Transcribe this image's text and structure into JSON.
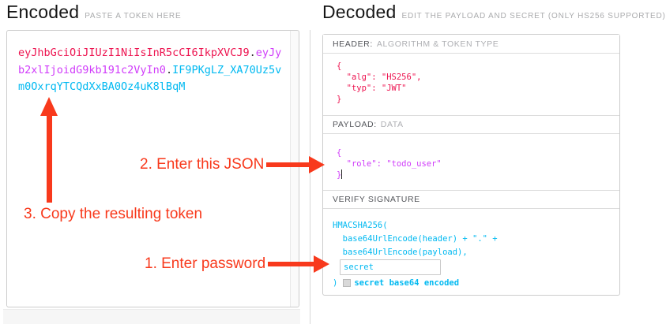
{
  "encoded": {
    "title": "Encoded",
    "subtitle": "PASTE A TOKEN HERE",
    "token_lines": [
      [
        {
          "c": "header",
          "t": "eyJhbGciOiJIUzI1NiIsInR5cCI6IkpXVCJ9"
        },
        {
          "c": "dot",
          "t": "."
        },
        {
          "c": "payload",
          "t": "eyJy"
        }
      ],
      [
        {
          "c": "payload",
          "t": "b2xlIjoidG9kb191c2VyIn0"
        },
        {
          "c": "dot",
          "t": "."
        },
        {
          "c": "sig",
          "t": "IF9PKgLZ_XA70Uz5v"
        }
      ],
      [
        {
          "c": "sig",
          "t": "m0OxrqYTCQdXxBA0Oz4uK8lBqM"
        }
      ]
    ]
  },
  "decoded": {
    "title": "Decoded",
    "subtitle": "EDIT THE PAYLOAD AND SECRET (ONLY HS256 SUPPORTED)",
    "header_section": {
      "label_strong": "HEADER:",
      "label_light": "ALGORITHM & TOKEN TYPE",
      "code": "{\n  \"alg\": \"HS256\",\n  \"typ\": \"JWT\"\n}"
    },
    "payload_section": {
      "label_strong": "PAYLOAD:",
      "label_light": "DATA",
      "code": "{\n  \"role\": \"todo_user\"\n}"
    },
    "signature_section": {
      "label_strong": "VERIFY SIGNATURE",
      "code": "HMACSHA256(\n  base64UrlEncode(header) + \".\" +\n  base64UrlEncode(payload),",
      "secret_value": "secret",
      "close_paren": ")",
      "checkbox_label": "secret base64 encoded"
    }
  },
  "annotations": {
    "step1": "1. Enter password",
    "step2": "2. Enter this JSON",
    "step3": "3. Copy the resulting token"
  },
  "colors": {
    "token_header": "#ed1450",
    "token_payload": "#d03cfa",
    "token_signature": "#00b9f1",
    "annotation": "#f8391c"
  }
}
